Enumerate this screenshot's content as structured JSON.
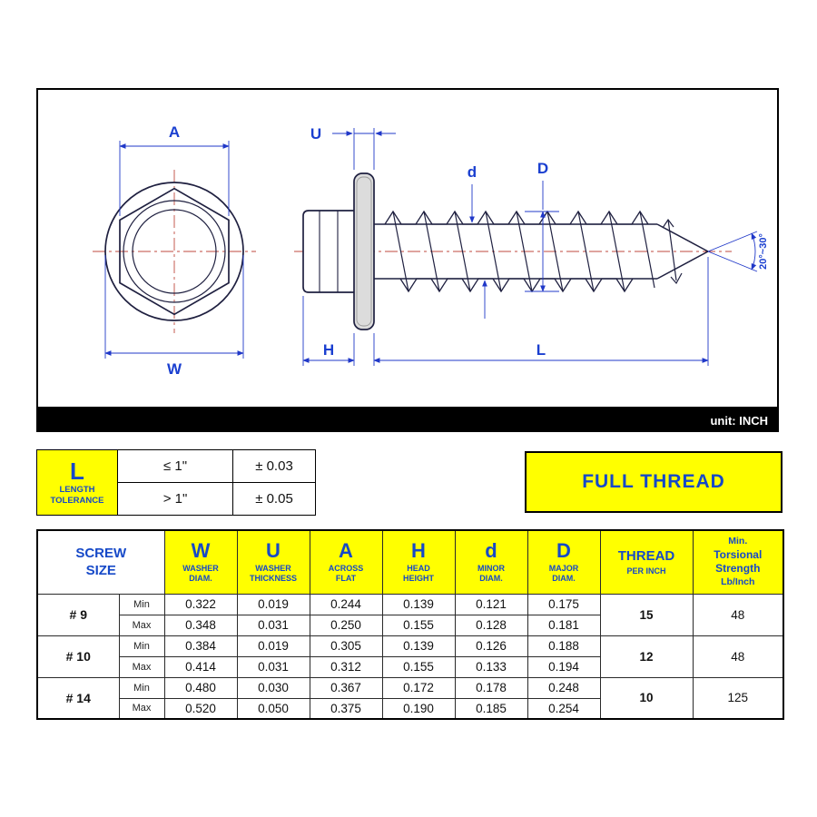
{
  "colors": {
    "accent_blue": "#1649c8",
    "label_blue": "#1a3fd0",
    "dimension_blue": "#2038c8",
    "yellow": "#ffff00",
    "outline_dark": "#1f2040",
    "centerline_red": "#bf4a3f",
    "unit_bar_bg": "#000000"
  },
  "drawing": {
    "unit_label": "unit: INCH",
    "dim_labels": {
      "A": "A",
      "W": "W",
      "U": "U",
      "H": "H",
      "L": "L",
      "d": "d",
      "D": "D",
      "tip_angle": "20°~30°"
    }
  },
  "tolerance_table": {
    "symbol": "L",
    "caption_line1": "LENGTH",
    "caption_line2": "TOLERANCE",
    "rows": [
      {
        "condition": "≤ 1\"",
        "value": "± 0.03"
      },
      {
        "condition": "> 1\"",
        "value": "± 0.05"
      }
    ]
  },
  "full_thread": {
    "label": "FULL THREAD"
  },
  "spec_table": {
    "size_header": "SCREW SIZE",
    "min_label": "Min",
    "max_label": "Max",
    "columns": [
      {
        "symbol": "W",
        "caption": "WASHER DIAM."
      },
      {
        "symbol": "U",
        "caption": "WASHER THICKNESS"
      },
      {
        "symbol": "A",
        "caption": "ACROSS FLAT"
      },
      {
        "symbol": "H",
        "caption": "HEAD HEIGHT"
      },
      {
        "symbol": "d",
        "caption": "MINOR DIAM."
      },
      {
        "symbol": "D",
        "caption": "MAJOR DIAM."
      }
    ],
    "thread_header_line1": "THREAD",
    "thread_header_line2": "PER INCH",
    "strength_header_lines": [
      "Min.",
      "Torsional",
      "Strength",
      "Lb/Inch"
    ],
    "rows": [
      {
        "size": "# 9",
        "min": [
          "0.322",
          "0.019",
          "0.244",
          "0.139",
          "0.121",
          "0.175"
        ],
        "max": [
          "0.348",
          "0.031",
          "0.250",
          "0.155",
          "0.128",
          "0.181"
        ],
        "thread": "15",
        "strength": "48"
      },
      {
        "size": "# 10",
        "min": [
          "0.384",
          "0.019",
          "0.305",
          "0.139",
          "0.126",
          "0.188"
        ],
        "max": [
          "0.414",
          "0.031",
          "0.312",
          "0.155",
          "0.133",
          "0.194"
        ],
        "thread": "12",
        "strength": "48"
      },
      {
        "size": "# 14",
        "min": [
          "0.480",
          "0.030",
          "0.367",
          "0.172",
          "0.178",
          "0.248"
        ],
        "max": [
          "0.520",
          "0.050",
          "0.375",
          "0.190",
          "0.185",
          "0.254"
        ],
        "thread": "10",
        "strength": "125"
      }
    ]
  }
}
